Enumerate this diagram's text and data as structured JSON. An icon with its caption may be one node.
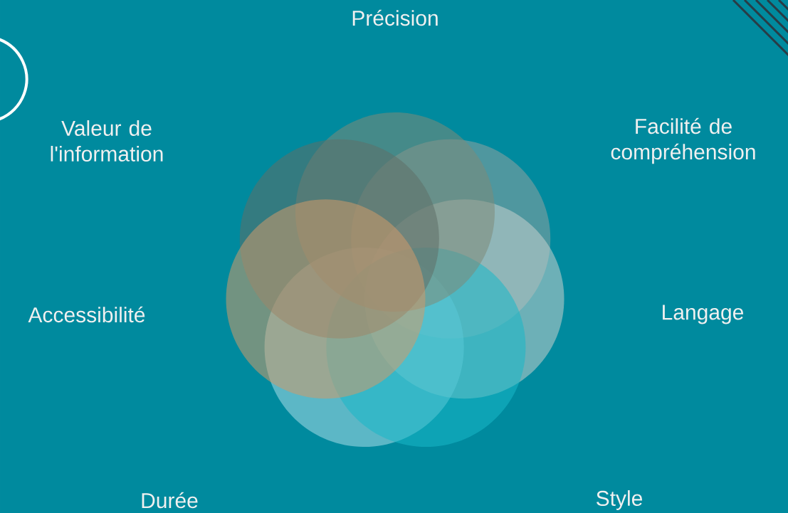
{
  "diagram": {
    "labels": [
      "Précision",
      "Valeur de l'information",
      "Facilité de compréhension",
      "Accessibilité",
      "Langage",
      "Durée",
      "Style"
    ]
  }
}
